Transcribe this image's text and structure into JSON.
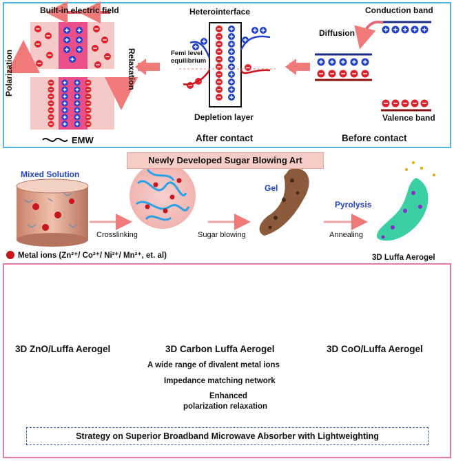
{
  "top_panel": {
    "built_in_field": "Built-in electric field",
    "polarization": "Polarization",
    "relaxation": "Relaxation",
    "emw": "EMW",
    "heterointerface": "Heterointerface",
    "femi_level": "Femi level\nequilibrium",
    "femi_line1": "Femi level",
    "femi_line2": "equilibrium",
    "depletion_layer": "Depletion layer",
    "after_contact": "After contact",
    "conduction_band": "Conduction band",
    "diffusion": "Diffusion",
    "valence_band": "Valence band",
    "before_contact": "Before contact"
  },
  "middle_panel": {
    "title": "Newly Developed Sugar Blowing Art",
    "mixed_solution": "Mixed Solution",
    "crosslinking": "Crosslinking",
    "sugar_blowing": "Sugar blowing",
    "gel": "Gel",
    "pyrolysis": "Pyrolysis",
    "annealing": "Annealing",
    "metal_ions": "Metal ions (Zn²⁺/ Co²⁺/ Ni²⁺/ Mn²⁺, et. al)",
    "luffa_aerogel": "3D Luffa Aerogel"
  },
  "bottom_panel": {
    "zno": "3D ZnO/Luffa Aerogel",
    "carbon": "3D Carbon Luffa Aerogel",
    "coo": "3D CoO/Luffa Aerogel",
    "step1": "A wide range of divalent metal ions",
    "step2": "Impedance matching network",
    "step3_line1": "Enhanced",
    "step3_line2": "polarization relaxation",
    "strategy": "Strategy on Superior Broadband Microwave Absorber with Lightweighting"
  },
  "colors": {
    "top_border": "#4bb7e6",
    "bottom_border": "#e678a8",
    "negative_charge": "#e0202a",
    "positive_charge": "#1f3fd0",
    "luffa": "#3fd1b8",
    "funnel": "#21a88e",
    "arrow": "#f07a7a"
  }
}
